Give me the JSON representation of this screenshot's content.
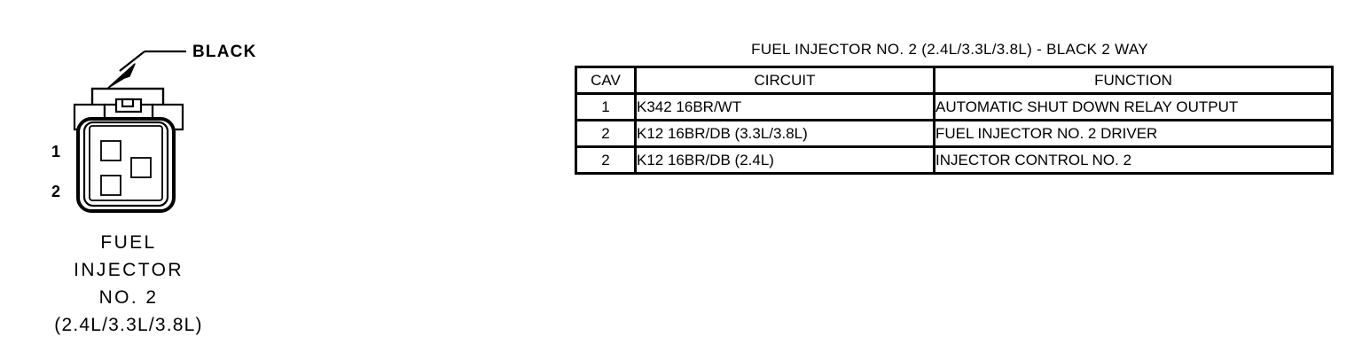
{
  "connector": {
    "color_callout": "BLACK",
    "pin_labels": [
      "1",
      "2"
    ],
    "caption": {
      "line1": "FUEL",
      "line2": "INJECTOR",
      "line3": "NO. 2",
      "line4": "(2.4L/3.3L/3.8L)"
    }
  },
  "table": {
    "title": "FUEL INJECTOR NO. 2 (2.4L/3.3L/3.8L) - BLACK 2 WAY",
    "columns": [
      "CAV",
      "CIRCUIT",
      "FUNCTION"
    ],
    "rows": [
      {
        "cav": "1",
        "circuit": "K342 16BR/WT",
        "function": "AUTOMATIC SHUT DOWN RELAY OUTPUT"
      },
      {
        "cav": "2",
        "circuit": "K12 16BR/DB (3.3L/3.8L)",
        "function": "FUEL INJECTOR NO. 2 DRIVER"
      },
      {
        "cav": "2",
        "circuit": "K12 16BR/DB (2.4L)",
        "function": "INJECTOR CONTROL NO. 2"
      }
    ]
  },
  "colors": {
    "line": "#000000",
    "background": "#ffffff"
  }
}
